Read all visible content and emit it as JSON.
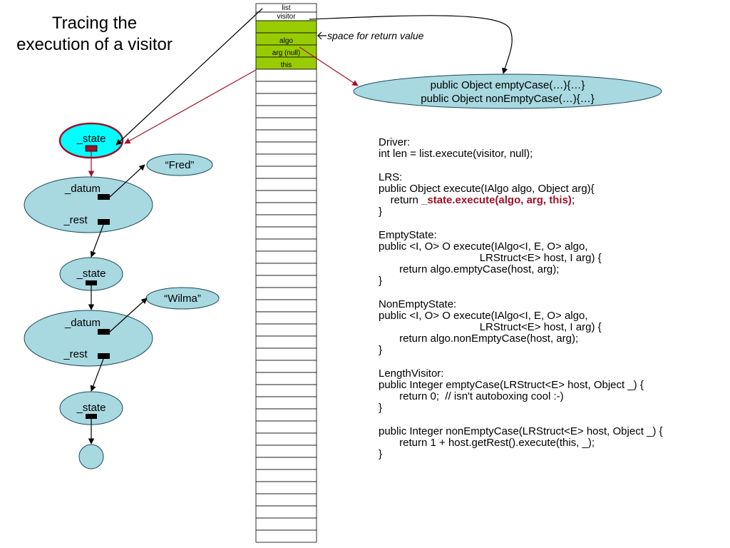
{
  "title": {
    "line1": "Tracing the",
    "line2": "execution of a visitor"
  },
  "stack": {
    "labels": [
      "list",
      "visitor",
      "",
      "algo",
      "arg (null)",
      "this"
    ],
    "empty_rows": 39,
    "green_color": "#99cc00",
    "return_note": "space for return value"
  },
  "visitor_object": {
    "line1": "public Object emptyCase(…){…}",
    "line2": "public Object nonEmptyCase(…){…}"
  },
  "nodes": {
    "state_1": "_state",
    "datum_1": "_datum",
    "rest_1": "_rest",
    "fred": "“Fred”",
    "state_2": "_state",
    "datum_2": "_datum",
    "rest_2": "_rest",
    "wilma": "“Wilma”",
    "state_3": "_state"
  },
  "colors": {
    "node_fill": "#a8d8e0",
    "active_fill": "#00ffff",
    "arrow_red": "#a0102a",
    "highlight": "#a0102a"
  },
  "code": [
    {
      "text": "Driver:"
    },
    {
      "text": "int len = list.execute(visitor, null);"
    },
    {
      "text": ""
    },
    {
      "text": "LRS:"
    },
    {
      "text": "public Object execute(IAlgo algo, Object arg){"
    },
    {
      "pre": "    return ",
      "hl": "_state.execute(algo, arg, this)",
      "post": ";"
    },
    {
      "text": "}"
    },
    {
      "text": ""
    },
    {
      "text": "EmptyState:"
    },
    {
      "text": "public <I, O> O execute(IAlgo<I, E, O> algo,"
    },
    {
      "text": "                                  LRStruct<E> host, I arg) {"
    },
    {
      "text": "       return algo.emptyCase(host, arg);"
    },
    {
      "text": "}"
    },
    {
      "text": ""
    },
    {
      "text": "NonEmptyState:"
    },
    {
      "text": "public <I, O> O execute(IAlgo<I, E, O> algo,"
    },
    {
      "text": "                                  LRStruct<E> host, I arg) {"
    },
    {
      "text": "       return algo.nonEmptyCase(host, arg);"
    },
    {
      "text": "}"
    },
    {
      "text": ""
    },
    {
      "text": "LengthVisitor:"
    },
    {
      "text": "public Integer emptyCase(LRStruct<E> host, Object _) {"
    },
    {
      "text": "       return 0;  // isn't autoboxing cool :-)"
    },
    {
      "text": "}"
    },
    {
      "text": ""
    },
    {
      "text": "public Integer nonEmptyCase(LRStruct<E> host, Object _) {"
    },
    {
      "text": "       return 1 + host.getRest().execute(this, _);"
    },
    {
      "text": "}"
    }
  ]
}
